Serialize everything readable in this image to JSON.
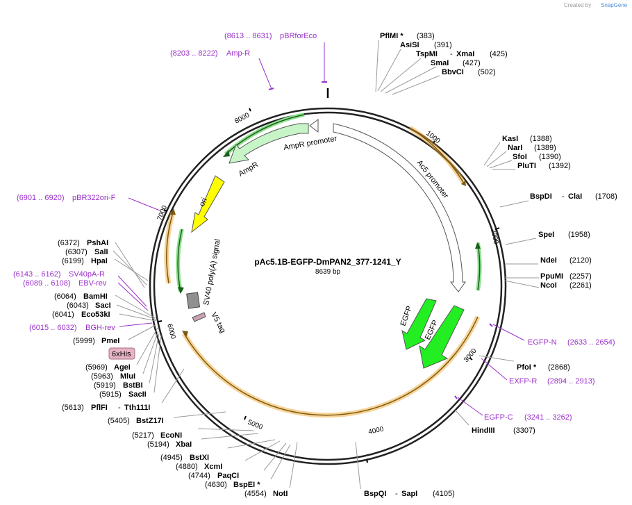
{
  "brand": {
    "created_by": "Created by",
    "name": "SnapGene"
  },
  "plasmid": {
    "name": "pAc5.1B-EGFP-DmPAN2_377-1241_Y",
    "length": "8639 bp"
  },
  "ticks": [
    "1000",
    "2000",
    "3000",
    "4000",
    "5000",
    "6000",
    "7000",
    "8000"
  ],
  "features": {
    "ampr_promoter": "AmpR promoter",
    "ampr": "AmpR",
    "ori": "ori",
    "ac5_promoter": "Ac5 promoter",
    "sv40": "SV40 poly(A) signal",
    "v5": "V5 tag",
    "egfp1": "EGFP",
    "egfp2": "EGFP",
    "his": "6xHis"
  },
  "enzymes": [
    {
      "name": "PflMI *",
      "pos": "(383)"
    },
    {
      "name": "AsiSI",
      "pos": "(391)"
    },
    {
      "name": "TspMI",
      "name2": "XmaI",
      "pos": "(425)"
    },
    {
      "name": "SmaI",
      "pos": "(427)"
    },
    {
      "name": "BbvCI",
      "pos": "(502)"
    },
    {
      "name": "KasI",
      "pos": "(1388)"
    },
    {
      "name": "NarI",
      "pos": "(1389)"
    },
    {
      "name": "SfoI",
      "pos": "(1390)"
    },
    {
      "name": "PluTI",
      "pos": "(1392)"
    },
    {
      "name": "BspDI",
      "name2": "ClaI",
      "pos": "(1708)"
    },
    {
      "name": "SpeI",
      "pos": "(1958)"
    },
    {
      "name": "NdeI",
      "pos": "(2120)"
    },
    {
      "name": "PpuMI",
      "pos": "(2257)"
    },
    {
      "name": "NcoI",
      "pos": "(2261)"
    },
    {
      "name": "PfoI *",
      "pos": "(2868)"
    },
    {
      "name": "HindIII",
      "pos": "(3307)"
    },
    {
      "name": "BspQI",
      "name2": "SapI",
      "pos": "(4105)"
    },
    {
      "name": "NotI",
      "pos": "(4554)"
    },
    {
      "name": "BspEI *",
      "pos": "(4630)"
    },
    {
      "name": "PaqCI",
      "pos": "(4744)"
    },
    {
      "name": "XcmI",
      "pos": "(4880)"
    },
    {
      "name": "BstXI",
      "pos": "(4945)"
    },
    {
      "name": "XbaI",
      "pos": "(5194)"
    },
    {
      "name": "EcoNI",
      "pos": "(5217)"
    },
    {
      "name": "BstZ17I",
      "pos": "(5405)"
    },
    {
      "name": "PflFI",
      "name2": "Tth111I",
      "pos": "(5613)"
    },
    {
      "name": "SacII",
      "pos": "(5915)"
    },
    {
      "name": "BstBI",
      "pos": "(5919)"
    },
    {
      "name": "MluI",
      "pos": "(5963)"
    },
    {
      "name": "AgeI",
      "pos": "(5969)"
    },
    {
      "name": "PmeI",
      "pos": "(5999)"
    },
    {
      "name": "Eco53kI",
      "pos": "(6041)"
    },
    {
      "name": "SacI",
      "pos": "(6043)"
    },
    {
      "name": "BamHI",
      "pos": "(6064)"
    },
    {
      "name": "HpaI",
      "pos": "(6199)"
    },
    {
      "name": "SalI",
      "pos": "(6307)"
    },
    {
      "name": "PshAI",
      "pos": "(6372)"
    }
  ],
  "primers": [
    {
      "range": "(8613 .. 8631)",
      "name": "pBRforEco"
    },
    {
      "range": "(8203 .. 8222)",
      "name": "Amp-R"
    },
    {
      "range": "(6901 .. 6920)",
      "name": "pBR322ori-F"
    },
    {
      "range": "(6143 .. 6162)",
      "name": "SV40pA-R"
    },
    {
      "range": "(6089 .. 6108)",
      "name": "EBV-rev"
    },
    {
      "range": "(6015 .. 6032)",
      "name": "BGH-rev"
    },
    {
      "name": "EGFP-N",
      "range": "(2633 .. 2654)"
    },
    {
      "name": "EXFP-R",
      "range": "(2894 .. 2913)"
    },
    {
      "name": "EGFP-C",
      "range": "(3241 .. 3262)"
    }
  ],
  "colors": {
    "primer": "#9b30c9",
    "ampr": "#c8f5c8",
    "ori": "#ffff00",
    "egfp": "#22ee22",
    "orange": "#f0a830",
    "v5": "#c9a0b4",
    "sv40": "#909090"
  }
}
